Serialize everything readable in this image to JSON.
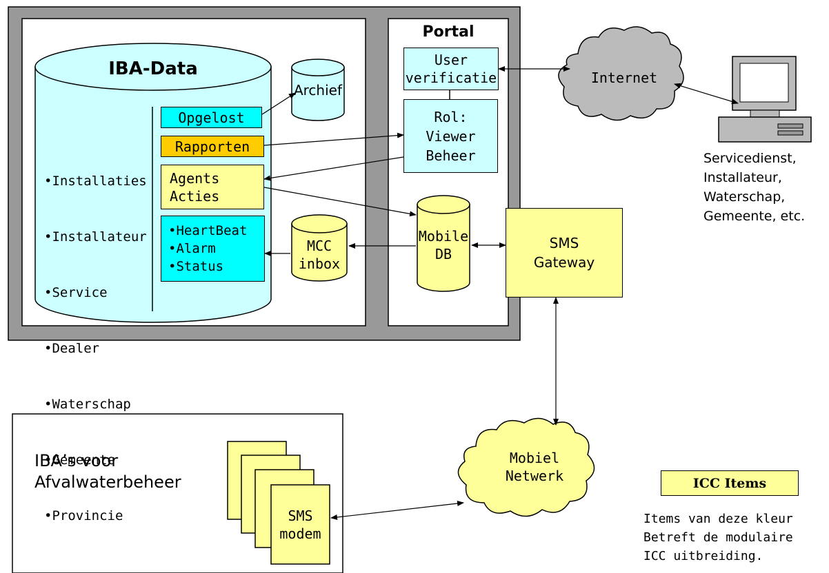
{
  "ibadata": {
    "title": "IBA-Data",
    "entities": [
      "•Installaties",
      "•Installateur",
      "•Service",
      "•Dealer",
      "•Waterschap",
      "•Gemeente",
      "•Provincie"
    ],
    "opgelost": "Opgelost",
    "rapporten": "Rapporten",
    "agents": [
      "Agents",
      "Acties"
    ],
    "messages": [
      "•HeartBeat",
      "•Alarm",
      "•Status"
    ]
  },
  "archief": "Archief",
  "mcc_inbox": [
    "MCC",
    "inbox"
  ],
  "portal": {
    "title": "Portal",
    "user_verificatie": [
      "User",
      "verificatie"
    ],
    "rol": [
      "Rol:",
      "Viewer",
      "Beheer"
    ],
    "mobile_db": [
      "Mobile",
      "DB"
    ]
  },
  "internet": "Internet",
  "computer_label": [
    "Servicedienst,",
    "Installateur,",
    "Waterschap,",
    "Gemeente, etc."
  ],
  "sms_gateway": [
    "SMS",
    "Gateway"
  ],
  "mobiel_netwerk": [
    "Mobiel",
    "Netwerk"
  ],
  "iba_voor": [
    "IBA’s voor",
    "Afvalwaterbeheer"
  ],
  "sms_modem": [
    "SMS",
    "modem"
  ],
  "legend": {
    "title": "ICC Items",
    "note": [
      "Items van deze kleur",
      "Betreft de modulaire",
      "ICC uitbreiding."
    ]
  },
  "colors": {
    "cyan": "#00ffff",
    "light_cyan": "#ccffff",
    "yellow": "#ffff99",
    "orange": "#ffcc00",
    "frame": "#999999",
    "cloud": "#bbbbbb"
  }
}
